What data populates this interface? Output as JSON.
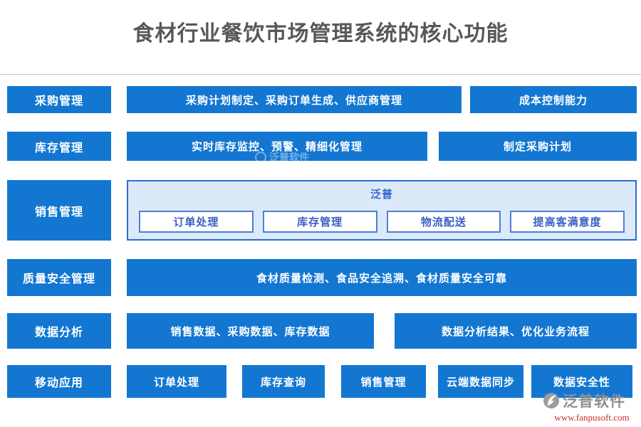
{
  "title": "食材行业餐饮市场管理系统的核心功能",
  "rows": {
    "procurement": {
      "label": "采购管理",
      "process": "采购计划制定、采购订单生成、供应商管理",
      "outcome": "成本控制能力"
    },
    "inventory": {
      "label": "库存管理",
      "process": "实时库存监控、预警、精细化管理",
      "outcome": "制定采购计划"
    },
    "sales": {
      "label": "销售管理",
      "panel_title": "泛普",
      "items": [
        {
          "label": "订单处理"
        },
        {
          "label": "库存管理"
        },
        {
          "label": "物流配送"
        },
        {
          "label": "提高客满意度"
        }
      ]
    },
    "quality": {
      "label": "质量安全管理",
      "process": "食材质量检测、食品安全追溯、食材质量安全可靠"
    },
    "analytics": {
      "label": "数据分析",
      "process": "销售数据、采购数据、库存数据",
      "outcome": "数据分析结果、优化业务流程"
    },
    "mobile": {
      "label": "移动应用",
      "items": [
        {
          "label": "订单处理"
        },
        {
          "label": "库存查询"
        },
        {
          "label": "销售管理"
        },
        {
          "label": "云端数据同步"
        },
        {
          "label": "数据安全性"
        }
      ]
    }
  },
  "watermark": {
    "text": "泛普软件"
  },
  "branding": {
    "logo_text": "泛普软件",
    "website": "www.fanpusoft.com"
  },
  "colors": {
    "primary_blue": "#1377D2",
    "panel_fill": "#DCE9F8",
    "panel_border": "#2C6BD2",
    "pill_border": "#4D7FD6",
    "pill_text": "#3B5FC4",
    "title_gray": "#57585A",
    "url_red": "#CC2B2B",
    "logo_gray": "#8E8E90"
  }
}
